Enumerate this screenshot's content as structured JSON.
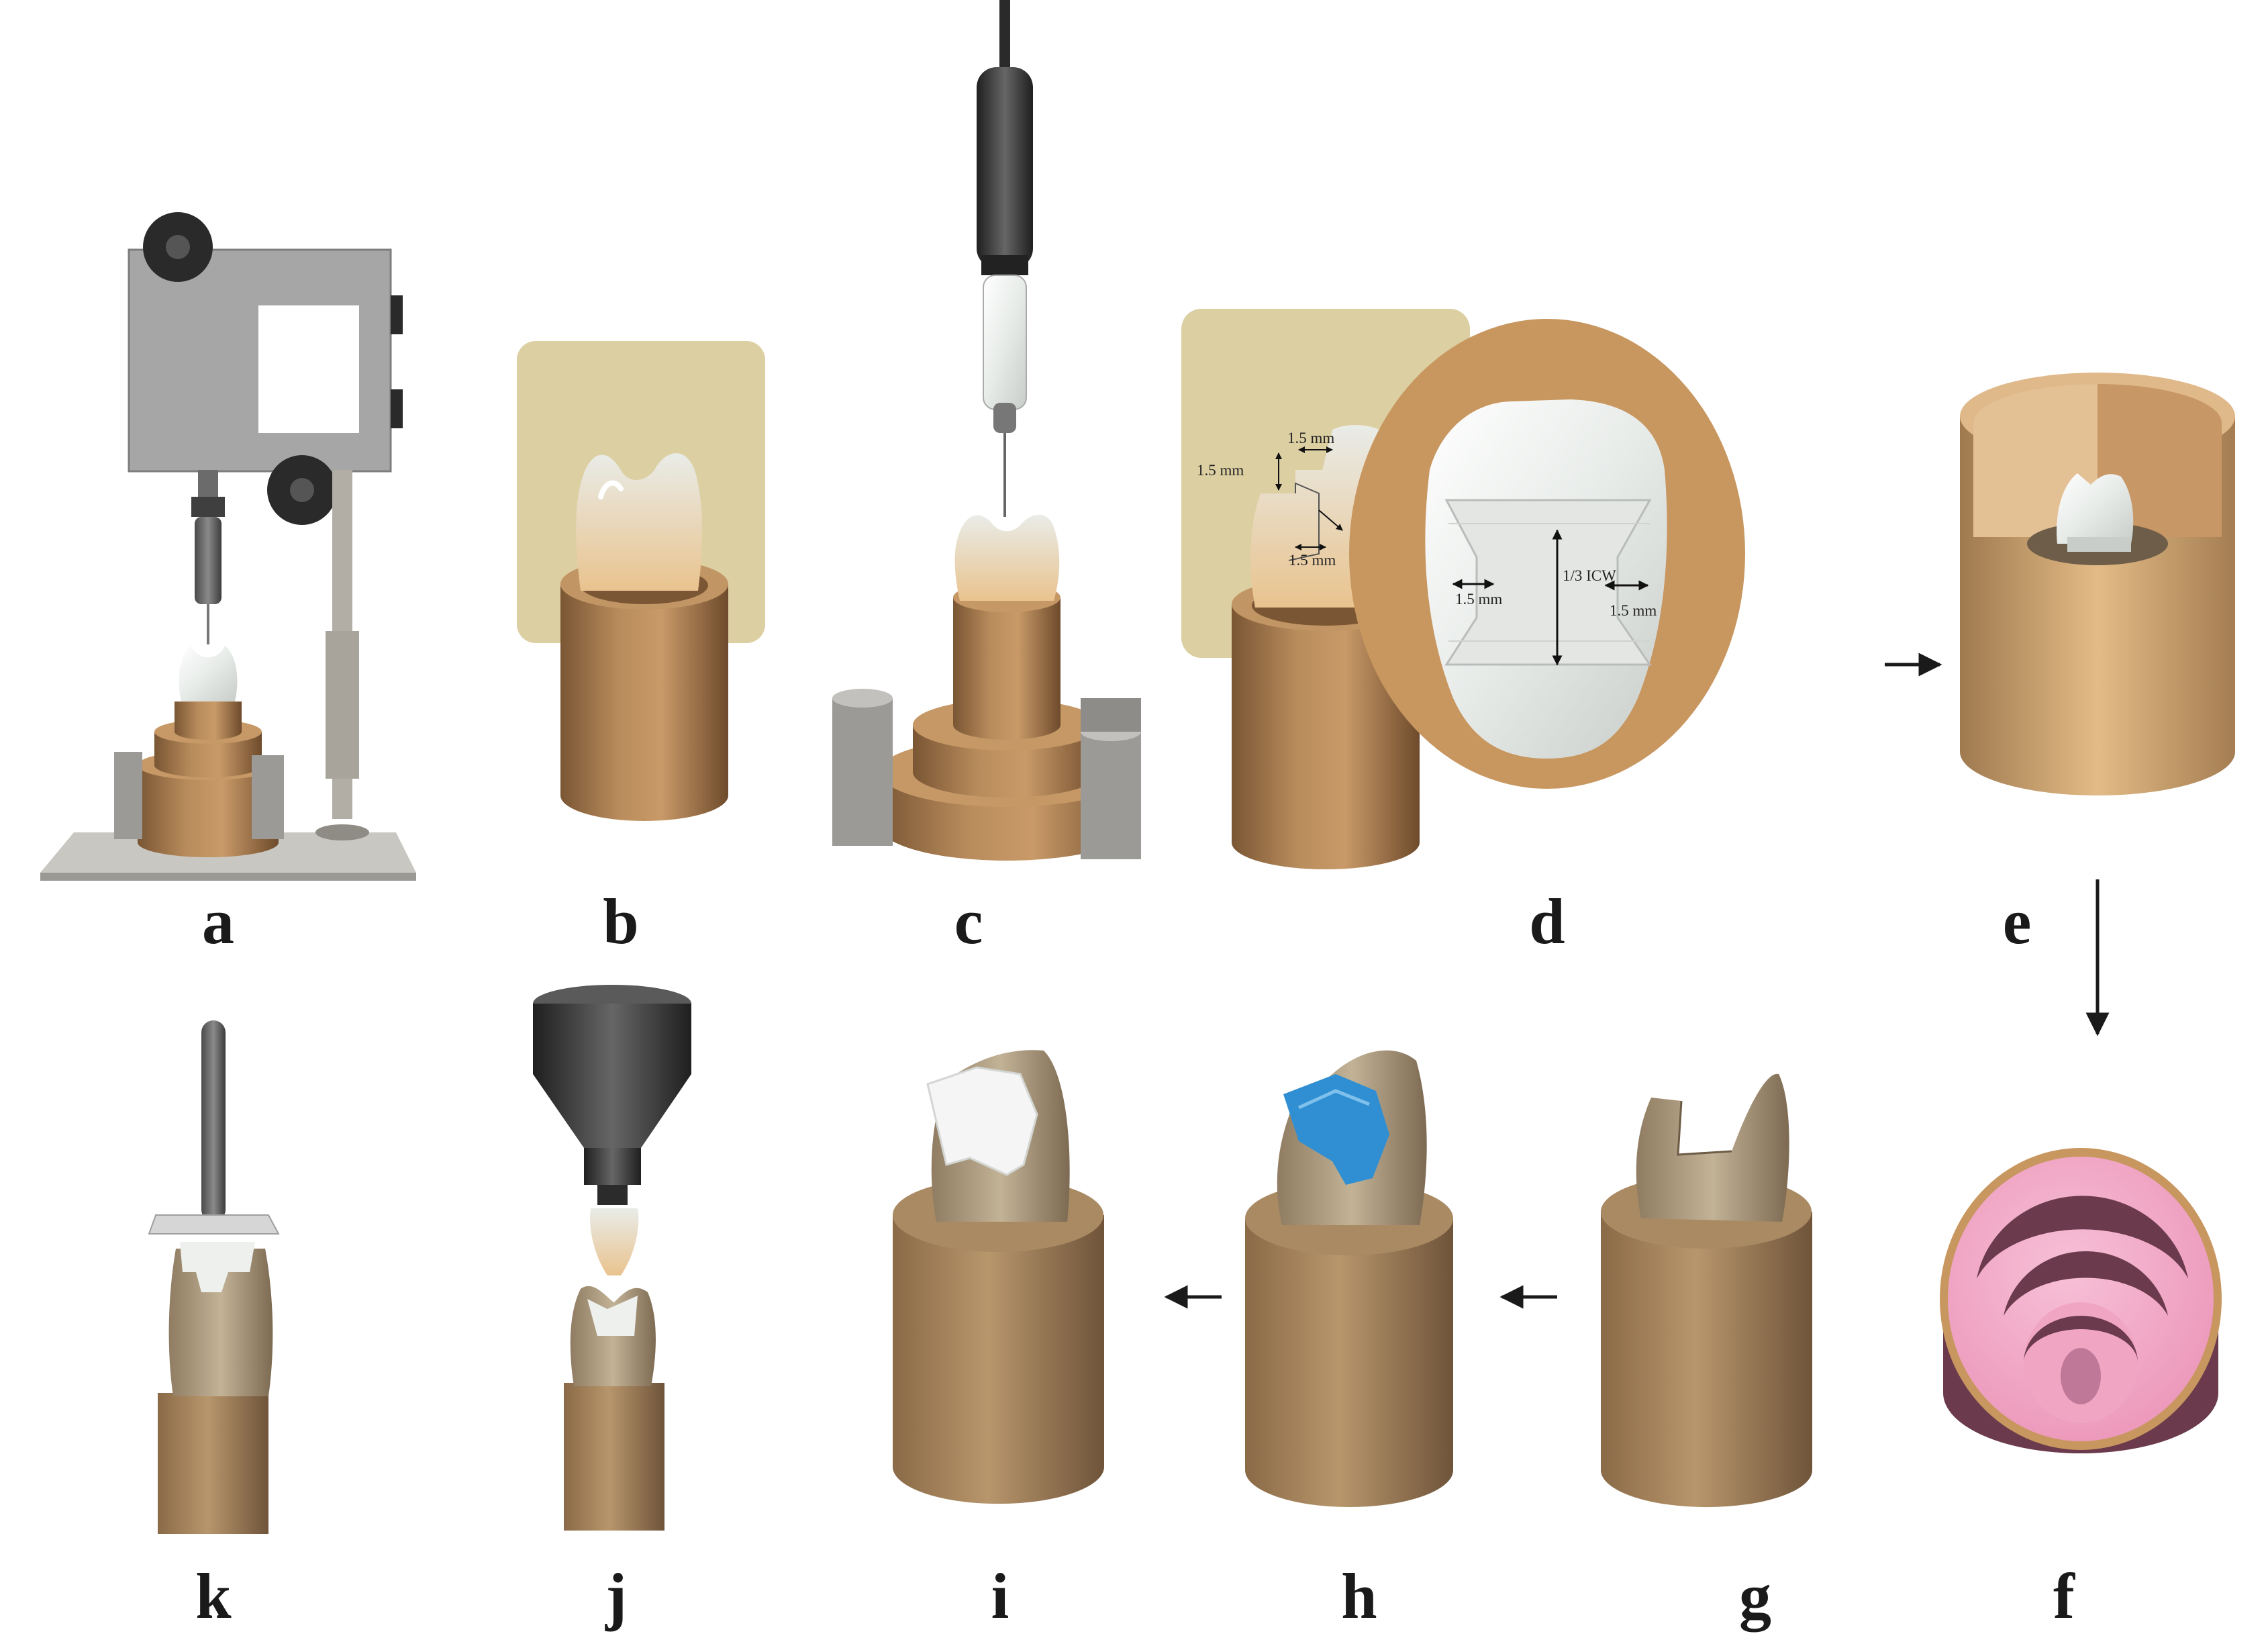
{
  "panels": [
    {
      "id": "a",
      "label": "a"
    },
    {
      "id": "b",
      "label": "b"
    },
    {
      "id": "c",
      "label": "c"
    },
    {
      "id": "d",
      "label": "d"
    },
    {
      "id": "e",
      "label": "e"
    },
    {
      "id": "f",
      "label": "f"
    },
    {
      "id": "g",
      "label": "g"
    },
    {
      "id": "h",
      "label": "h"
    },
    {
      "id": "i",
      "label": "i"
    },
    {
      "id": "j",
      "label": "j"
    },
    {
      "id": "k",
      "label": "k"
    }
  ],
  "dimensions": {
    "mm": "1.5 mm",
    "icw": "1/3 ICW"
  },
  "colors": {
    "acrylic_block": "#b5895a",
    "beige_background": "#dccfa2",
    "tooth_enamel": "#eef0ee",
    "sectioned_tooth": "#b9a98f",
    "adhesive_blue": "#2f8fd2",
    "mold_pink": "#f3a9c8",
    "mold_dark": "#6b3a4c",
    "machine_gray": "#a3a3a3",
    "dark_gray": "#3a3a3a",
    "frame_outer": "#c8965f"
  },
  "arrows": [
    {
      "from": "d",
      "to": "e",
      "direction": "right"
    },
    {
      "from": "e",
      "to": "f",
      "direction": "down"
    },
    {
      "from": "g",
      "to": "h",
      "direction": "left"
    },
    {
      "from": "h",
      "to": "i",
      "direction": "left"
    }
  ]
}
